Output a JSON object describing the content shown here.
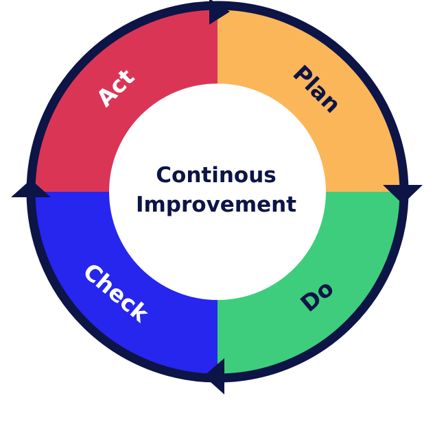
{
  "center": {
    "line1": "Continous",
    "line2": "Improvement"
  },
  "segments": [
    {
      "key": "plan",
      "label": "Plan",
      "color": "#FBB65A",
      "text_color": "#0D1446"
    },
    {
      "key": "do",
      "label": "Do",
      "color": "#3ECD7C",
      "text_color": "#0D1446"
    },
    {
      "key": "check",
      "label": "Check",
      "color": "#2626EE",
      "text_color": "#FFFFFF"
    },
    {
      "key": "act",
      "label": "Act",
      "color": "#DB3556",
      "text_color": "#FFFFFF"
    }
  ],
  "colors": {
    "ring": "#0D1446",
    "center_fill": "#FFFFFF",
    "center_text": "#0D1446"
  },
  "arrows": [
    {
      "name": "arrow-top-icon"
    },
    {
      "name": "arrow-right-icon"
    },
    {
      "name": "arrow-bottom-icon"
    },
    {
      "name": "arrow-left-icon"
    }
  ]
}
